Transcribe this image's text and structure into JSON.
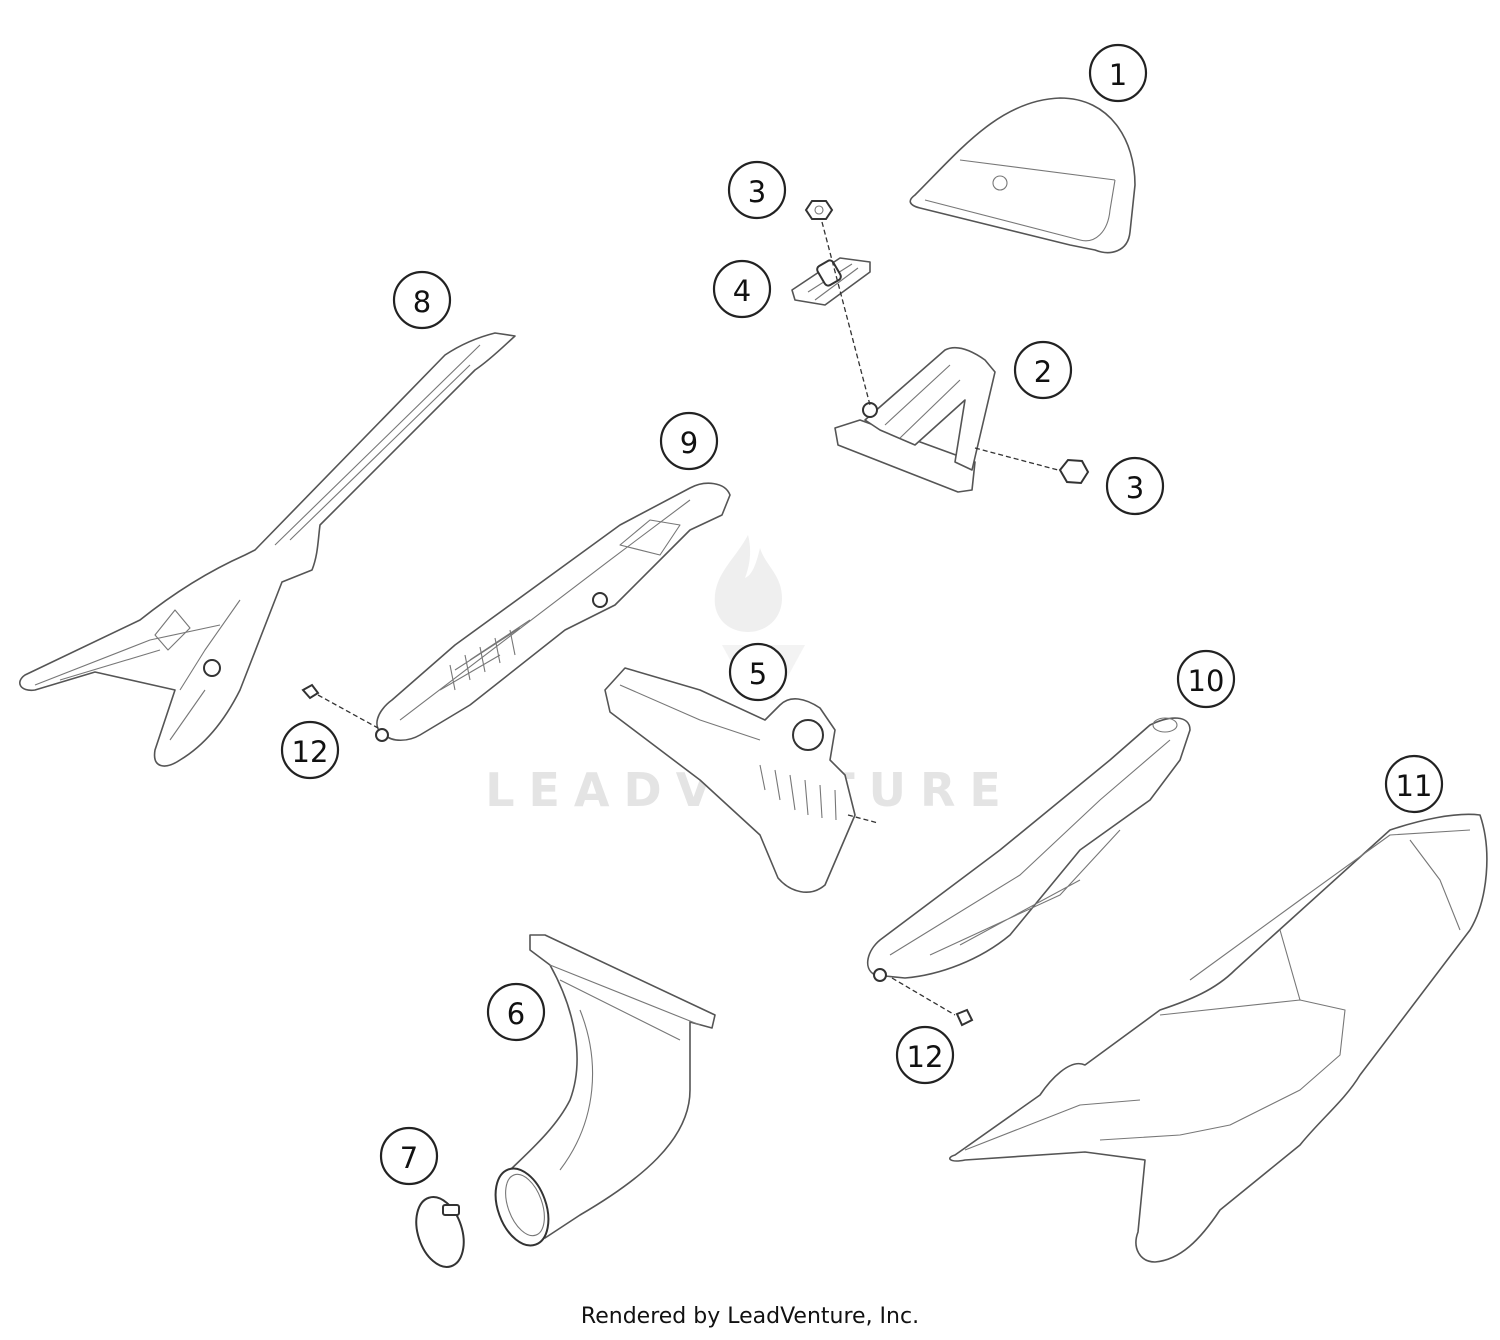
{
  "watermark": {
    "text": "LEADVENTURE"
  },
  "footer": {
    "credit": "Rendered by LeadVenture, Inc."
  },
  "callouts": [
    {
      "key": "part-1",
      "label": "1"
    },
    {
      "key": "part-2",
      "label": "2"
    },
    {
      "key": "part-3-top",
      "label": "3"
    },
    {
      "key": "part-3-right",
      "label": "3"
    },
    {
      "key": "part-4",
      "label": "4"
    },
    {
      "key": "part-5",
      "label": "5"
    },
    {
      "key": "part-6",
      "label": "6"
    },
    {
      "key": "part-7",
      "label": "7"
    },
    {
      "key": "part-8",
      "label": "8"
    },
    {
      "key": "part-9",
      "label": "9"
    },
    {
      "key": "part-10",
      "label": "10"
    },
    {
      "key": "part-11",
      "label": "11"
    },
    {
      "key": "part-12-left",
      "label": "12"
    },
    {
      "key": "part-12-right",
      "label": "12"
    }
  ]
}
